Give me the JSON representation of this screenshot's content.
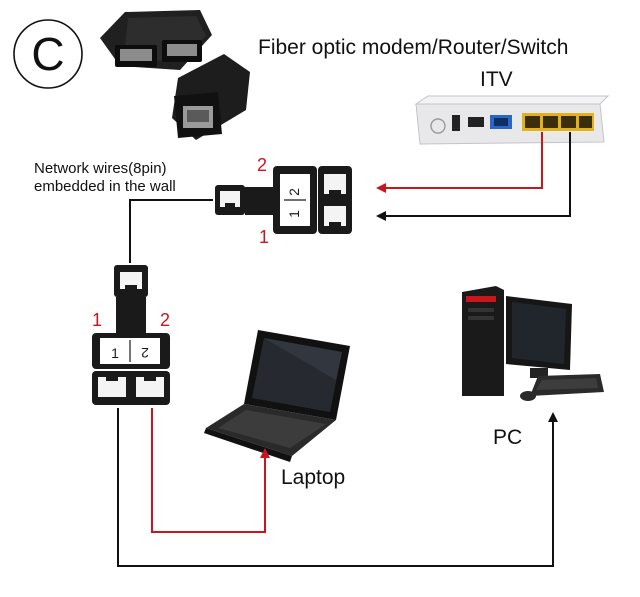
{
  "badge": {
    "letter": "C"
  },
  "labels": {
    "title": "Fiber optic modem/Router/Switch",
    "subtitle": "ITV",
    "wall_line1": "Network wires(8pin)",
    "wall_line2": "embedded in the wall",
    "laptop": "Laptop",
    "pc": "PC"
  },
  "port_numbers": {
    "top_splitter": [
      "2",
      "1"
    ],
    "left_splitter": [
      "1",
      "2"
    ]
  },
  "colors": {
    "red_line": "#c8161d",
    "black_line": "#111111",
    "device_dark": "#1a1a1a",
    "router_body": "#e8e8ea",
    "router_port_yellow": "#e2b21c",
    "router_port_blue": "#2a67c4"
  },
  "icons": [
    "rj45-coupler-photo-icon",
    "router-icon",
    "splitter-icon",
    "laptop-icon",
    "desktop-pc-icon",
    "arrow-icon"
  ]
}
